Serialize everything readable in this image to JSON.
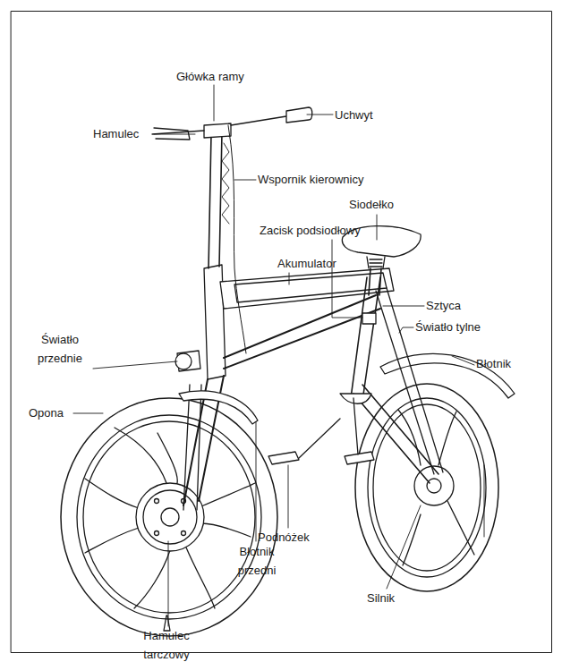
{
  "diagram": {
    "labels": [
      "Główka ramy",
      "Hamulec",
      "Uchwyt",
      "Wspornik kierownicy",
      "Siodełko",
      "Zacisk podsiodłowy",
      "Akumulator",
      "Sztyca",
      "Światło tylne",
      "Światło przednie",
      "Błotnik",
      "Opona",
      "Podnóżek",
      "Błotnik przedni",
      "Silnik",
      "Hamulec tarczowy"
    ]
  }
}
